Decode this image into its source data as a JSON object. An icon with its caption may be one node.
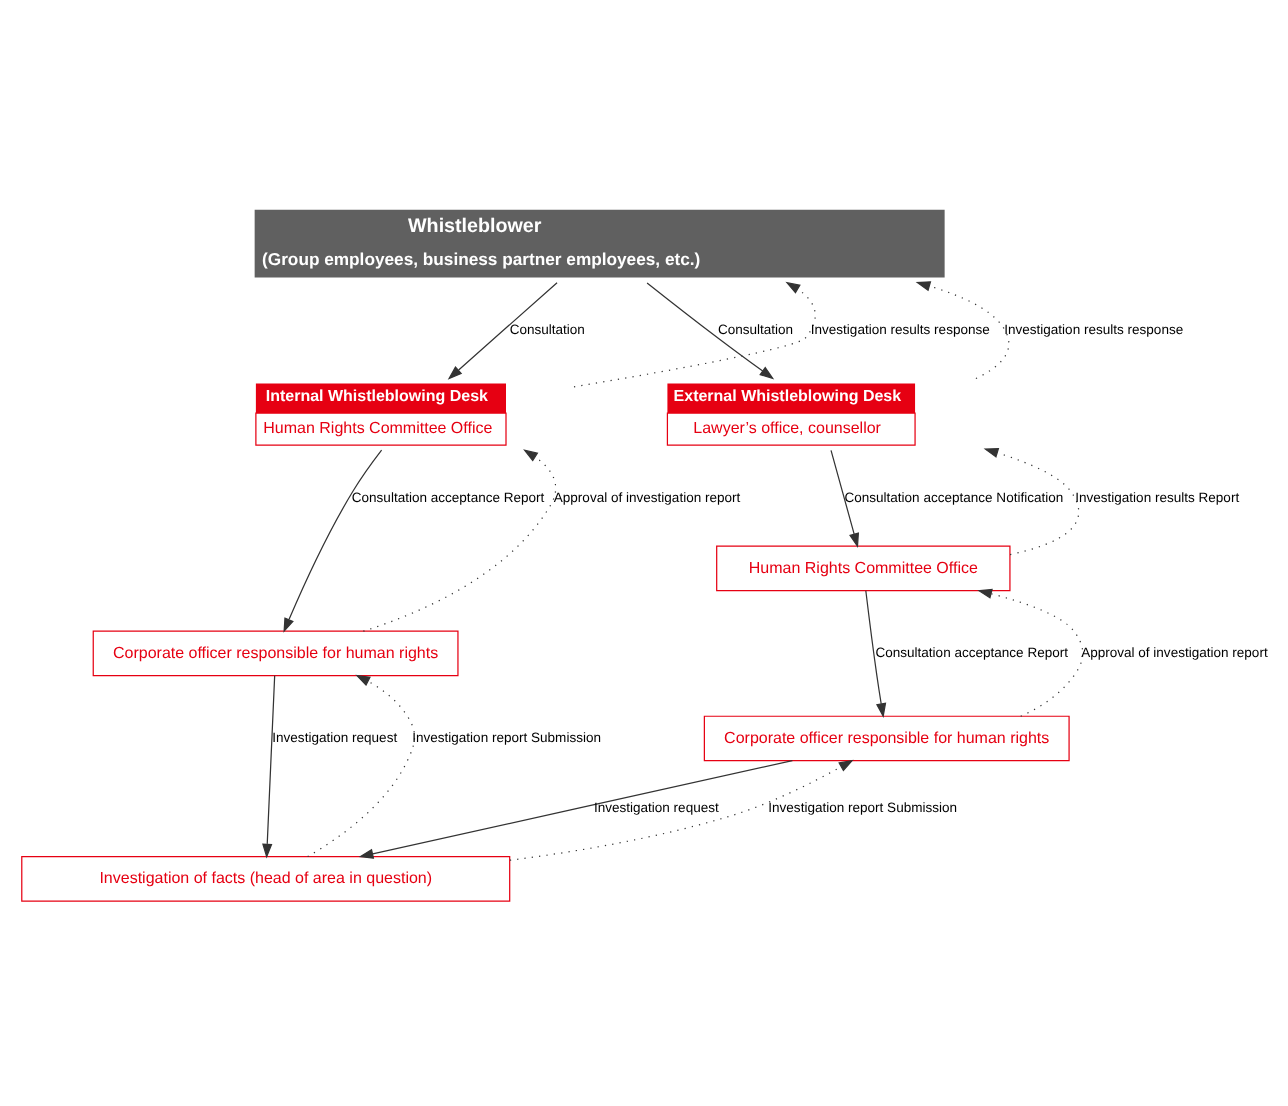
{
  "diagram": {
    "nodes": [
      {
        "text": [
          "Whistleblower",
          "(Group employees, business partner employees, etc.)"
        ]
      },
      {
        "text": [
          "Internal Whistleblowing Desk",
          "Human Rights Committee Office"
        ]
      },
      {
        "text": [
          "External Whistleblowing Desk",
          "Lawyer’s office, counsellor"
        ]
      },
      {
        "text": [
          "Corporate officer responsible for human rights"
        ]
      },
      {
        "text": [
          "Human Rights Committee Office"
        ]
      },
      {
        "text": [
          "Corporate officer responsible for human rights"
        ]
      },
      {
        "text": [
          "Investigation of facts (head of area in question)"
        ]
      }
    ],
    "edges": [
      {
        "from": 0,
        "to": 1,
        "arrow": "to",
        "label": "Consultation"
      },
      {
        "from": 1,
        "to": 0,
        "arrow": "to",
        "label": "Investigation results response",
        "style": "dashed"
      },
      {
        "from": 0,
        "to": 2,
        "arrow": "to",
        "label": "Consultation"
      },
      {
        "from": 2,
        "to": 0,
        "arrow": "to",
        "label": "Investigation results response",
        "style": "dashed"
      },
      {
        "from": 1,
        "to": 3,
        "arrow": "to",
        "label": "Consultation acceptance Report"
      },
      {
        "from": 3,
        "to": 1,
        "arrow": "to",
        "label": "Approval of investigation report",
        "style": "dashed"
      },
      {
        "from": 2,
        "to": 4,
        "arrow": "to",
        "label": "Consultation acceptance Notification"
      },
      {
        "from": 4,
        "to": 2,
        "arrow": "to",
        "label": "Investigation results Report",
        "style": "dashed"
      },
      {
        "from": 4,
        "to": 5,
        "arrow": "to",
        "label": "Consultation acceptance Report"
      },
      {
        "from": 5,
        "to": 4,
        "arrow": "to",
        "label": "Approval of investigation report",
        "style": "dashed"
      },
      {
        "from": 3,
        "to": 6,
        "arrow": "to",
        "label": "Investigation request"
      },
      {
        "from": 6,
        "to": 3,
        "arrow": "to",
        "label": "Investigation report Submission",
        "style": "dashed"
      },
      {
        "from": 5,
        "to": 6,
        "arrow": "to",
        "label": "Investigation request"
      },
      {
        "from": 6,
        "to": 5,
        "arrow": "to",
        "label": "Investigation report Submission",
        "style": "dashed"
      }
    ]
  }
}
